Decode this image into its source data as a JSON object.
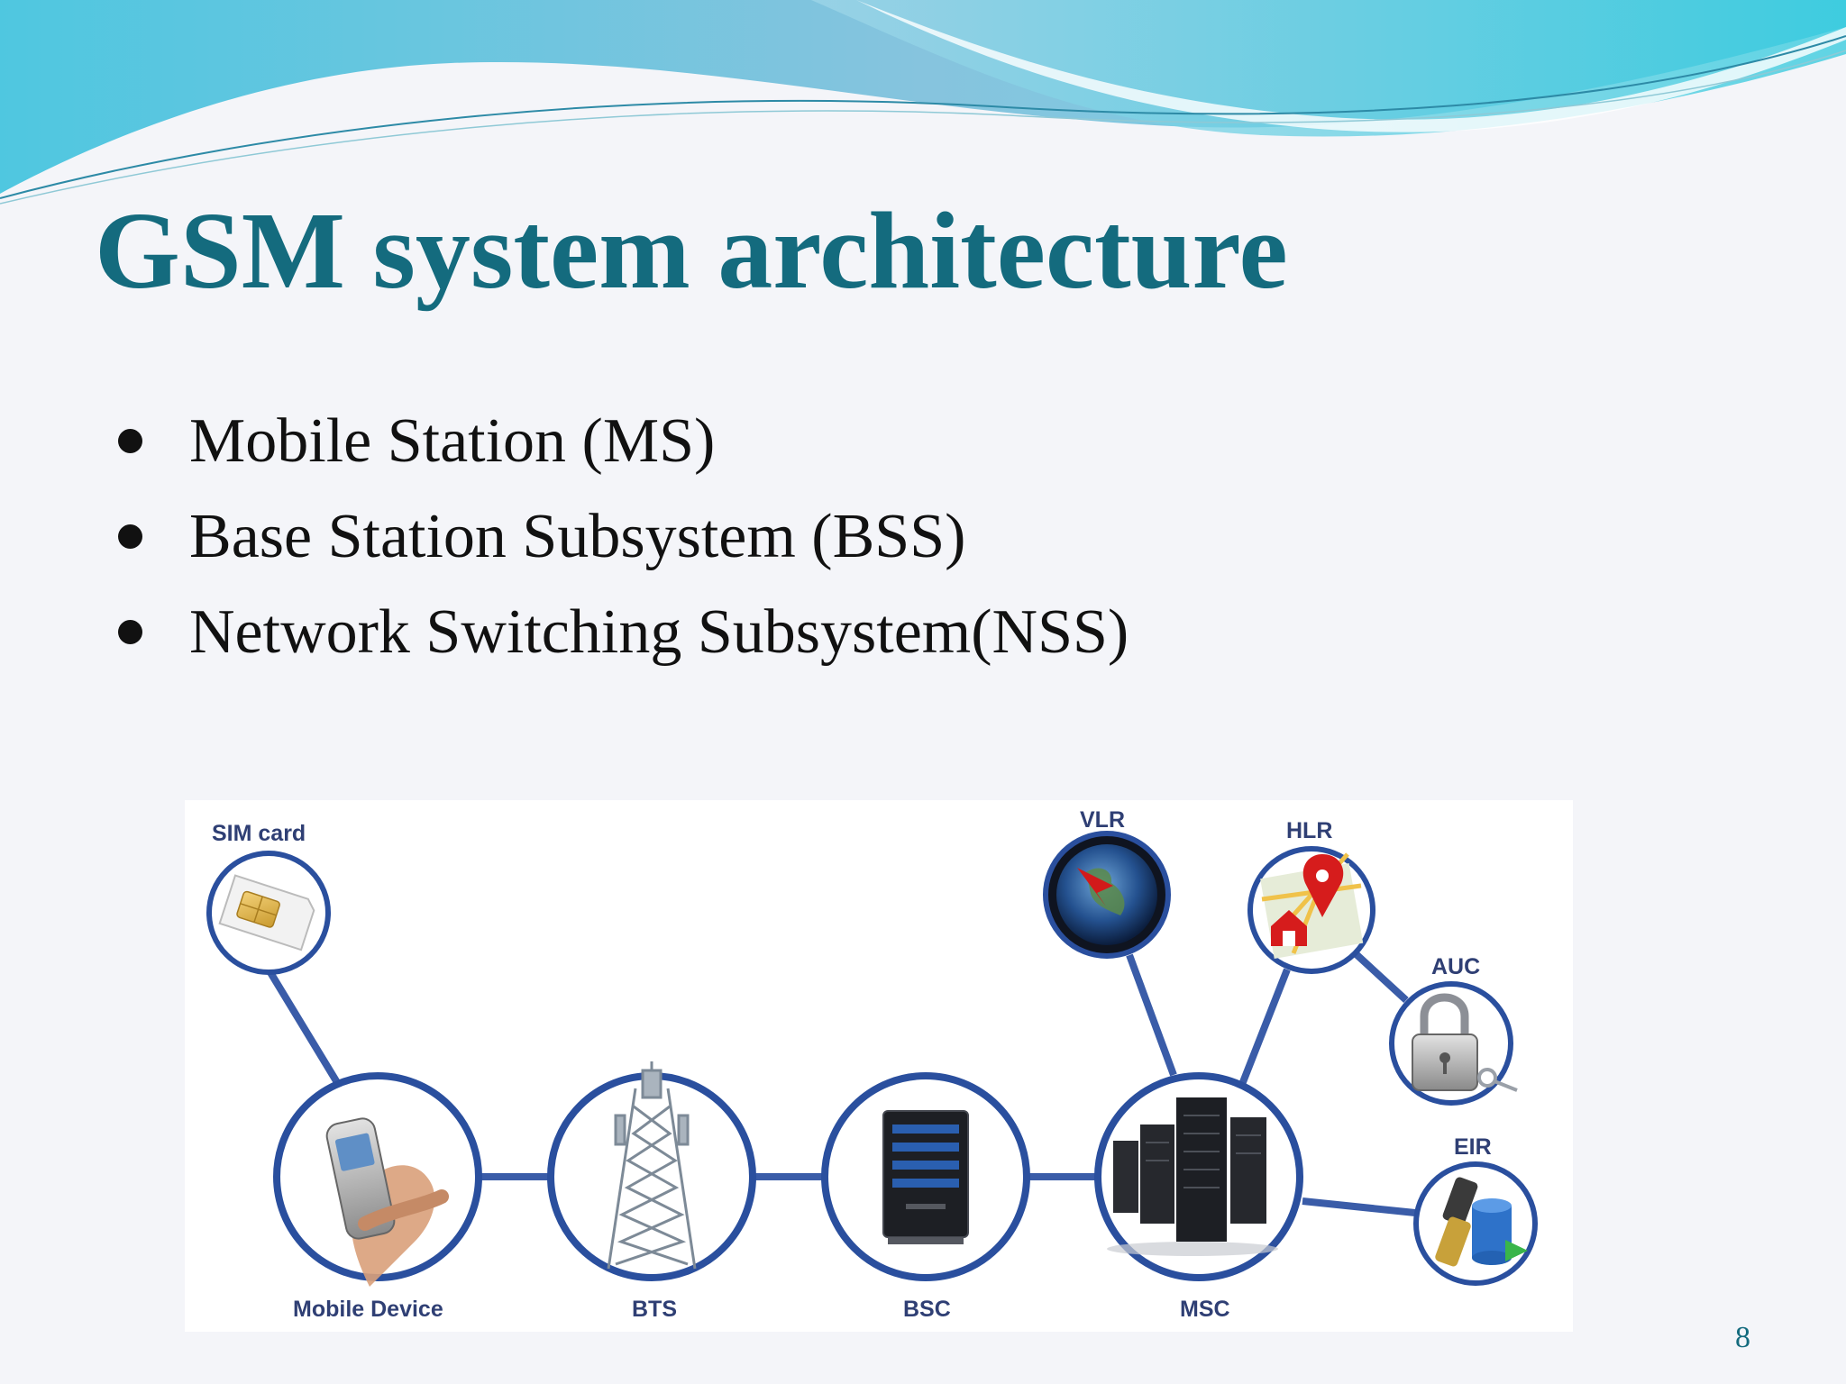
{
  "slide": {
    "title": "GSM system architecture",
    "bullets": [
      "Mobile Station (MS)",
      "Base Station Subsystem (BSS)",
      "Network Switching Subsystem(NSS)"
    ],
    "page_number": "8"
  },
  "diagram": {
    "nodes": {
      "sim_card": "SIM card",
      "mobile_device": "Mobile Device",
      "bts": "BTS",
      "bsc": "BSC",
      "msc": "MSC",
      "vlr": "VLR",
      "hlr": "HLR",
      "auc": "AUC",
      "eir": "EIR"
    },
    "colors": {
      "ring": "#2a4f9e",
      "link": "#3a5ca8",
      "label": "#2f3f74"
    }
  },
  "colors": {
    "title": "#146b7e",
    "background": "#f4f5f9"
  }
}
